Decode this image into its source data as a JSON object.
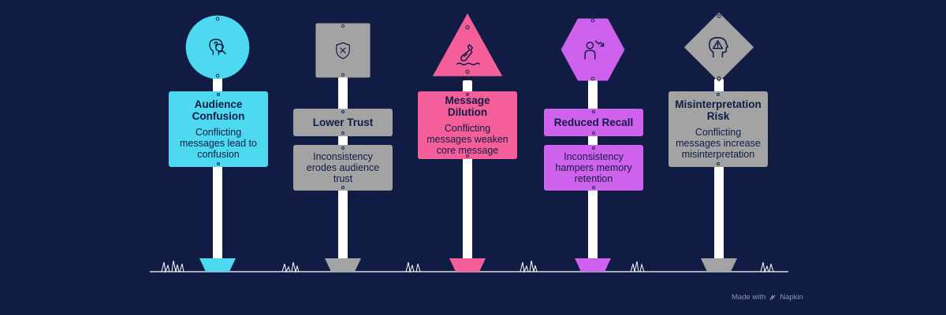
{
  "signs": [
    {
      "title": "Audience Confusion",
      "description": "Conflicting messages lead to confusion",
      "color": "#4dd9ef",
      "shape": "circle",
      "icon": "question-head-icon"
    },
    {
      "title": "Lower Trust",
      "description": "Inconsistency erodes audience trust",
      "color": "#a3a3a3",
      "shape": "square",
      "icon": "broken-shield-icon"
    },
    {
      "title": "Message Dilution",
      "description": "Conflicting messages weaken core message",
      "color": "#f45f9a",
      "shape": "triangle",
      "icon": "message-bottle-icon"
    },
    {
      "title": "Reduced Recall",
      "description": "Inconsistency hampers memory retention",
      "color": "#cf62ec",
      "shape": "hexagon",
      "icon": "person-decline-icon"
    },
    {
      "title": "Misinterpretation Risk",
      "description": "Conflicting messages increase misinterpretation",
      "color": "#a3a3a3",
      "shape": "diamond",
      "icon": "warning-head-icon"
    }
  ],
  "watermark": {
    "prefix": "Made with",
    "brand": "Napkin"
  }
}
